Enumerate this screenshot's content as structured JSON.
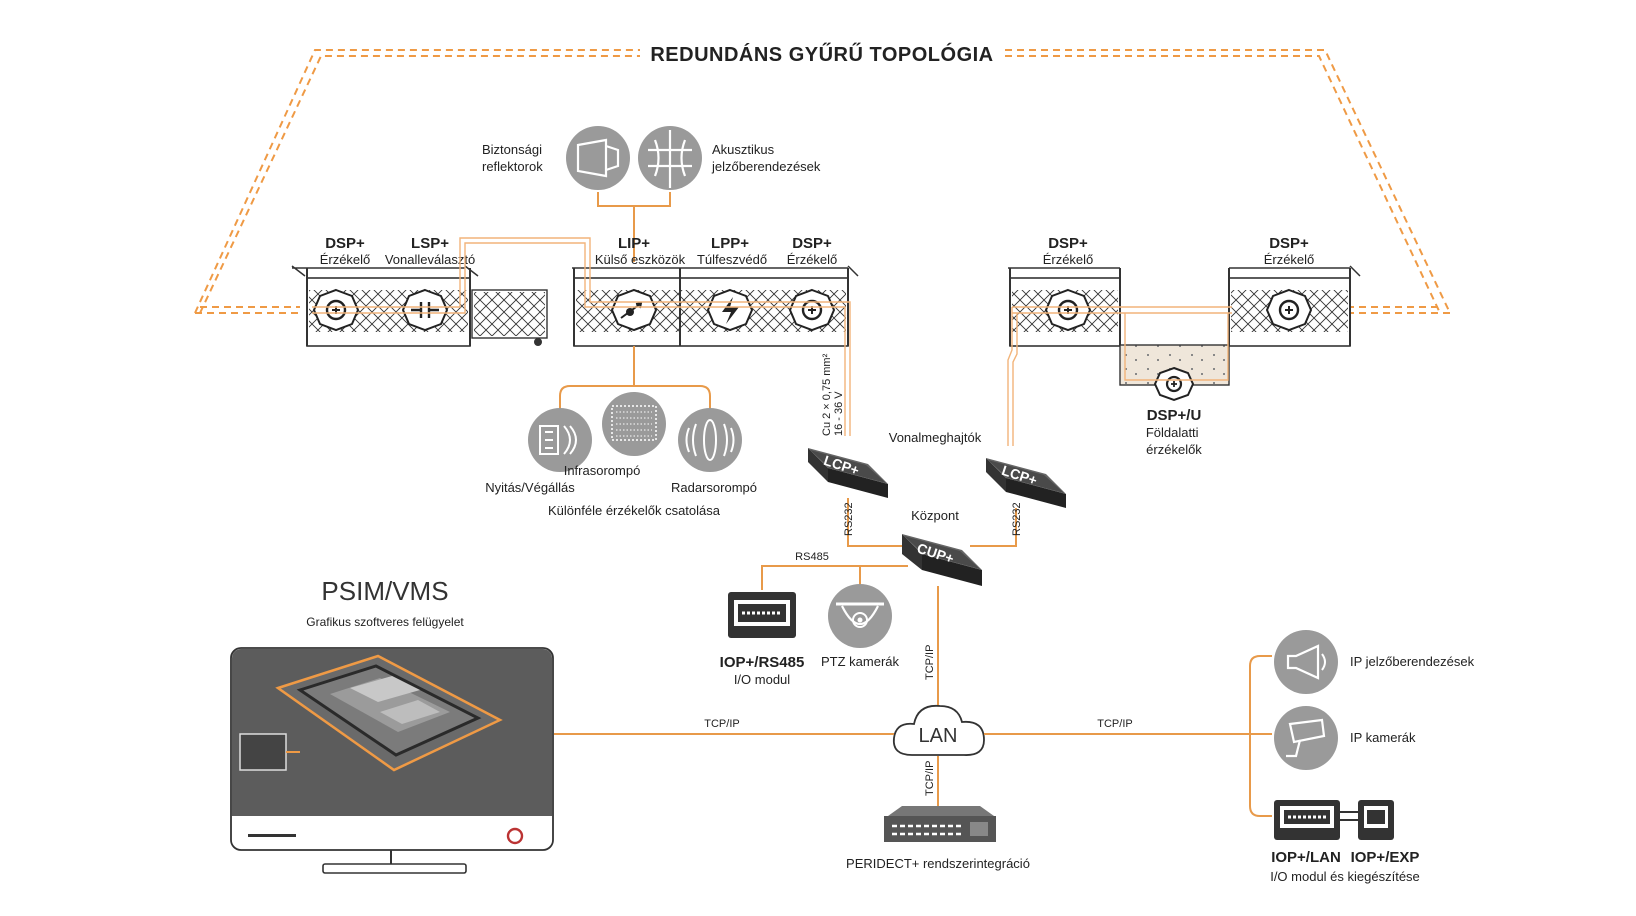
{
  "title": "REDUNDÁNS GYŰRŰ TOPOLÓGIA",
  "colors": {
    "accent": "#ef9a45",
    "dark": "#333333",
    "grey": "#9a9a9a"
  },
  "top_devices": {
    "reflectors": "Biztonsági\nreflektorok",
    "acoustic": "Akusztikus\njelzőberendezések"
  },
  "fence_labels": [
    {
      "code": "DSP+",
      "sub": "Érzékelő"
    },
    {
      "code": "LSP+",
      "sub": "Vonalleválasztó"
    },
    {
      "code": "LIP+",
      "sub": "Külső eszközök"
    },
    {
      "code": "LPP+",
      "sub": "Túlfeszvédő"
    },
    {
      "code": "DSP+",
      "sub": "Érzékelő"
    },
    {
      "code": "DSP+",
      "sub": "Érzékelő"
    },
    {
      "code": "DSP+",
      "sub": "Érzékelő"
    }
  ],
  "underground": {
    "code": "DSP+/U",
    "sub": "Földalatti\nérzékelők"
  },
  "sensors": {
    "gate": "Nyitás/Végállás",
    "infra": "Infrasorompó",
    "radar": "Radarsorompó",
    "caption": "Különféle érzékelők csatolása"
  },
  "cable": {
    "line1": "Cu 2 × 0,75 mm²",
    "line2": "16 - 36 V"
  },
  "drivers_label": "Vonalmeghajtók",
  "lcp_label": "LCP+",
  "cup_label": "CUP+",
  "center_label": "Központ",
  "rs232": "RS232",
  "rs485": "RS485",
  "tcpip": "TCP/IP",
  "lan": "LAN",
  "iop_rs485": {
    "code": "IOP+/RS485",
    "sub": "I/O modul"
  },
  "ptz": "PTZ kamerák",
  "psim": {
    "title": "PSIM/VMS",
    "sub": "Grafikus szoftveres felügyelet"
  },
  "integration": "PERIDECT+ rendszerintegráció",
  "right": {
    "ip_signal": "IP jelzőberendezések",
    "ip_cam": "IP kamerák",
    "iop_lan": "IOP+/LAN",
    "iop_exp": "IOP+/EXP",
    "iop_sub": "I/O modul és kiegészítése"
  }
}
